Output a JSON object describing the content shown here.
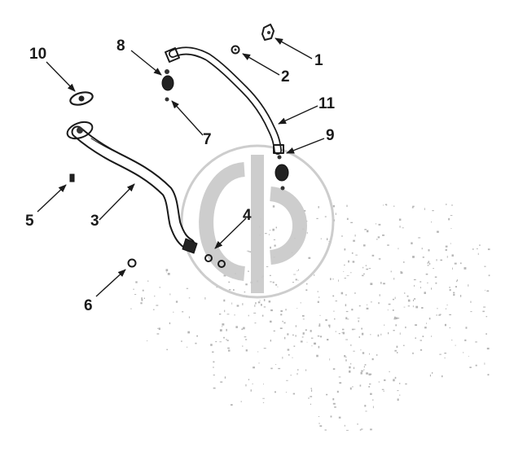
{
  "callouts": [
    {
      "id": "1",
      "label": "1"
    },
    {
      "id": "2",
      "label": "2"
    },
    {
      "id": "3",
      "label": "3"
    },
    {
      "id": "4",
      "label": "4"
    },
    {
      "id": "5",
      "label": "5"
    },
    {
      "id": "6",
      "label": "6"
    },
    {
      "id": "7",
      "label": "7"
    },
    {
      "id": "8",
      "label": "8"
    },
    {
      "id": "9",
      "label": "9"
    },
    {
      "id": "10",
      "label": "10"
    },
    {
      "id": "11",
      "label": "11"
    }
  ],
  "colors": {
    "line": "#1a1a1a",
    "watermark": "#c8c8c8",
    "background": "#ffffff"
  },
  "icons": {
    "watermark": "circular-watermark-logo"
  }
}
